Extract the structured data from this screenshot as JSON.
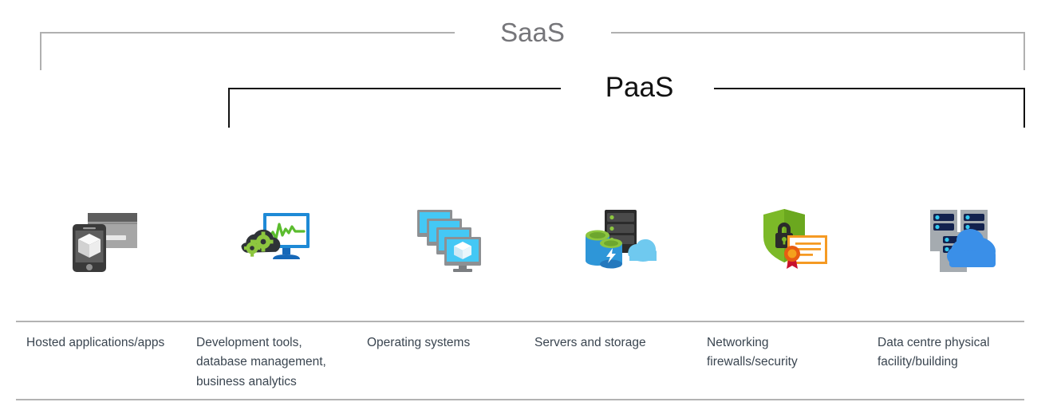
{
  "diagram": {
    "title_visible": false,
    "type": "cloud-service-responsibility-layers",
    "colors": {
      "saas_bracket": "#b0b0b0",
      "paas_bracket": "#111111",
      "rule": "#b3b3b3",
      "label_text": "#3a4550",
      "saas_text": "#76767a",
      "paas_text": "#111111"
    }
  },
  "brackets": [
    {
      "id": "saas",
      "label": "SaaS",
      "color": "#76767a",
      "spans_columns": "1-6",
      "line_color": "#b0b0b0"
    },
    {
      "id": "paas",
      "label": "PaaS",
      "color": "#111111",
      "spans_columns": "2-6",
      "line_color": "#111111"
    }
  ],
  "columns": [
    {
      "index": 1,
      "icon": "mobile-app-package-icon",
      "icon_description": "Gray monitor card with dark smartphone showing a 3D package cube",
      "label": "Hosted applications/apps"
    },
    {
      "index": 2,
      "icon": "dev-tools-monitor-gears-icon",
      "icon_description": "Blue monitor with green analytics waveform and dark cloud with green gears",
      "label": "Development tools, database management, business analytics"
    },
    {
      "index": 3,
      "icon": "stacked-virtual-machines-icon",
      "icon_description": "Stack of four blue monitors with a white 3D cube on the front screen",
      "label": "Operating systems"
    },
    {
      "index": 4,
      "icon": "server-database-cloud-icon",
      "icon_description": "Dark server rack with green status lights, blue database cylinders and a light blue cloud",
      "label": "Servers and storage"
    },
    {
      "index": 5,
      "icon": "shield-lock-certificate-icon",
      "icon_description": "Green shield with padlock next to an orange certificate with a red ribbon seal",
      "label": "Networking firewalls/security"
    },
    {
      "index": 6,
      "icon": "datacenter-racks-cloud-icon",
      "icon_description": "Three gray server racks with cyan indicator lights and a blue cloud in front",
      "label": "Data centre physical facility/building"
    }
  ]
}
